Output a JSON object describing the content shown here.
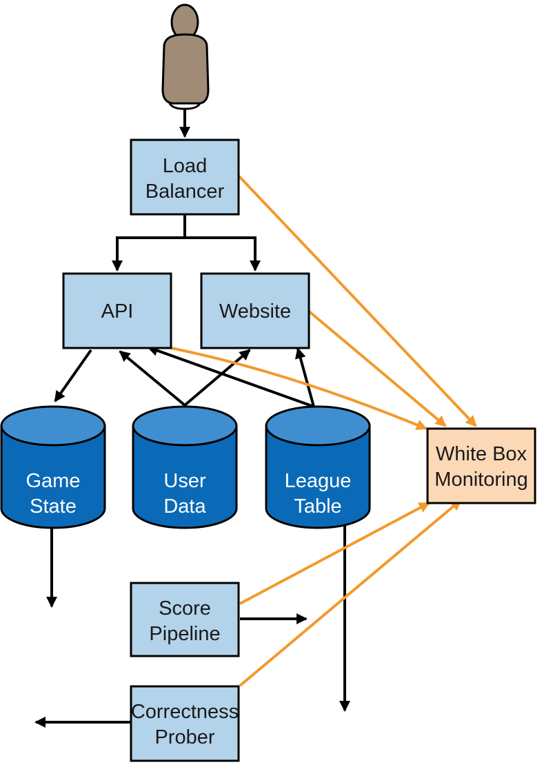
{
  "nodes": {
    "load_balancer": {
      "line1": "Load",
      "line2": "Balancer"
    },
    "api": {
      "line1": "API"
    },
    "website": {
      "line1": "Website"
    },
    "game_state": {
      "line1": "Game",
      "line2": "State"
    },
    "user_data": {
      "line1": "User",
      "line2": "Data"
    },
    "league_table": {
      "line1": "League",
      "line2": "Table"
    },
    "score_pipeline": {
      "line1": "Score",
      "line2": "Pipeline"
    },
    "correctness_prober": {
      "line1": "Correctness",
      "line2": "Prober"
    },
    "white_box_monitoring": {
      "line1": "White Box",
      "line2": "Monitoring"
    }
  },
  "colors": {
    "service_box_fill": "#b3d3ea",
    "monitoring_box_fill": "#fbd9b6",
    "database_fill": "#0b6ab7",
    "database_top": "#3f8fd0",
    "arrow_black": "#000000",
    "arrow_orange": "#f29a2c",
    "user_figure": "#a08b76"
  },
  "icons": {
    "user": "user-figure-icon"
  }
}
